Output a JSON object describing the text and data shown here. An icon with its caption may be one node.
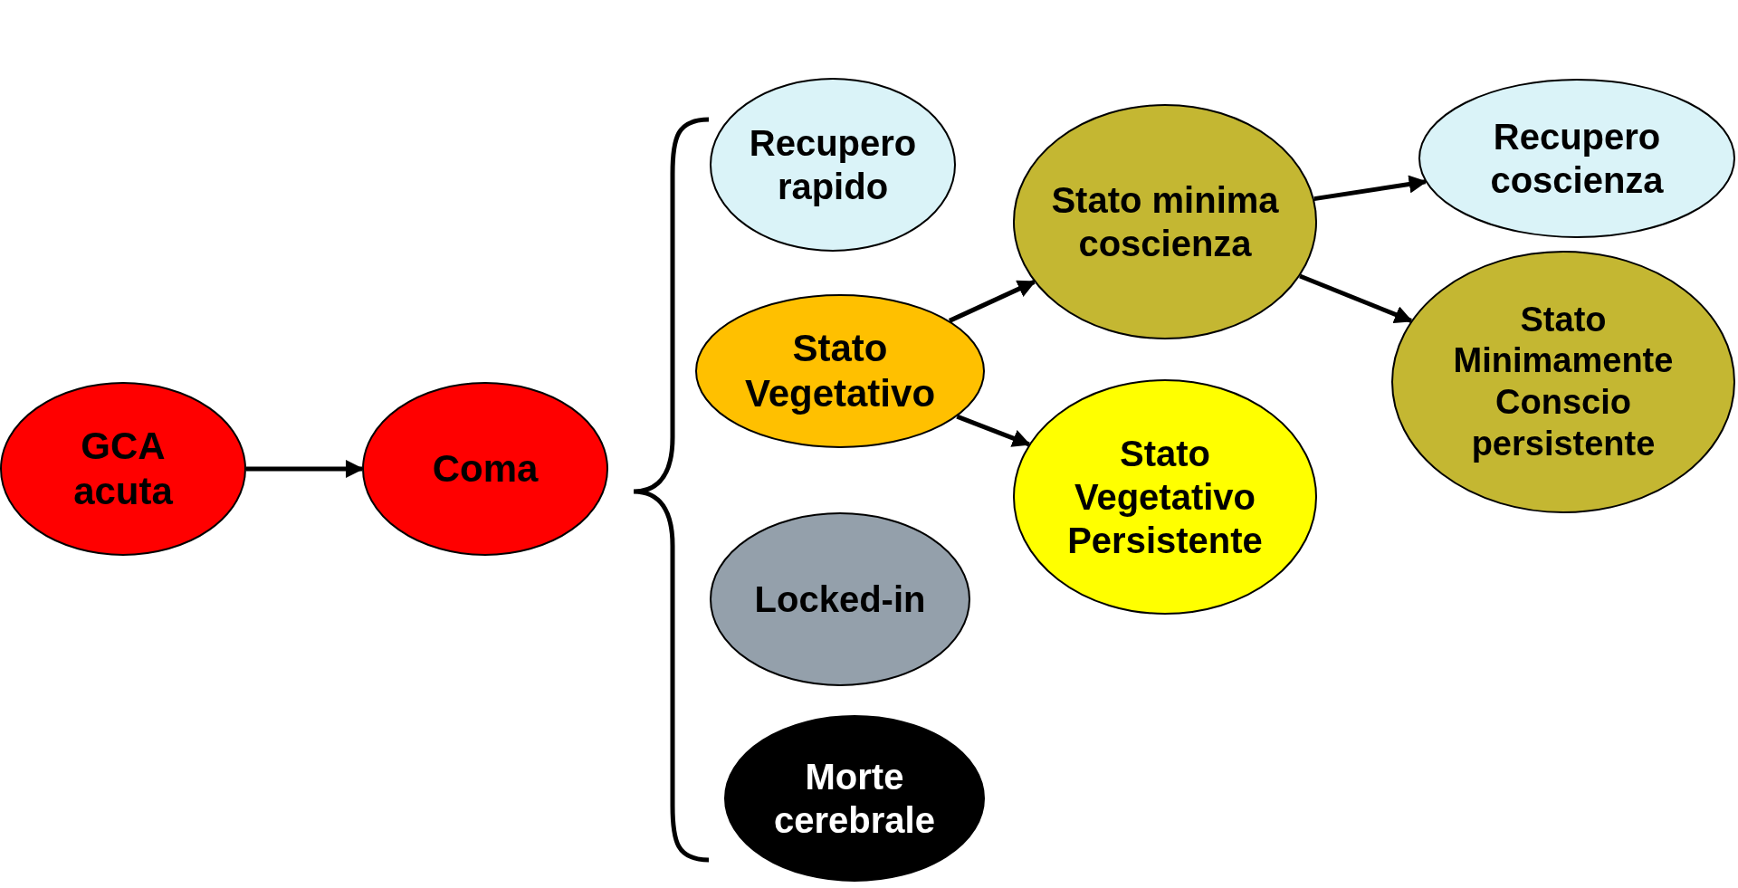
{
  "diagram": {
    "nodes": [
      {
        "text": [
          "GCA acuta"
        ]
      },
      {
        "text": [
          "Coma"
        ]
      },
      {
        "text": [
          "Recupero rapido"
        ]
      },
      {
        "text": [
          "Stato Vegetativo"
        ]
      },
      {
        "text": [
          "Locked-in"
        ]
      },
      {
        "text": [
          "Morte cerebrale"
        ]
      },
      {
        "text": [
          "Stato minima coscienza"
        ]
      },
      {
        "text": [
          "Stato Vegetativo Persistente"
        ]
      },
      {
        "text": [
          "Recupero coscienza"
        ]
      },
      {
        "text": [
          "Stato Minimamente Conscio persistente"
        ]
      }
    ],
    "edges": [
      {
        "from": 0,
        "to": 1,
        "arrow": "to"
      },
      {
        "from": 3,
        "to": 6,
        "arrow": "to"
      },
      {
        "from": 3,
        "to": 7,
        "arrow": "to"
      },
      {
        "from": 6,
        "to": 8,
        "arrow": "to"
      },
      {
        "from": 6,
        "to": 9,
        "arrow": "to"
      }
    ]
  }
}
